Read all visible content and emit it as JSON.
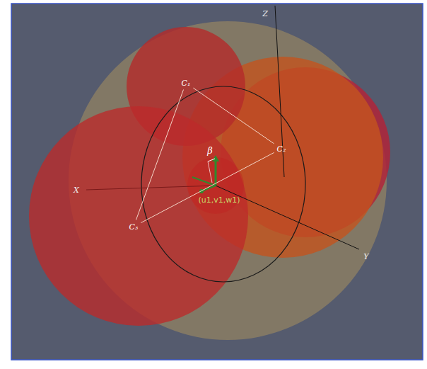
{
  "diagram": {
    "nodes": [
      {
        "text": [
          "C₁"
        ]
      },
      {
        "text": [
          "C₂"
        ]
      },
      {
        "text": [
          "C₃"
        ]
      }
    ],
    "edges": [
      {
        "from": 0,
        "to": 1,
        "arrow": "none"
      },
      {
        "from": 1,
        "to": 2,
        "arrow": "none"
      },
      {
        "from": 2,
        "to": 0,
        "arrow": "none"
      }
    ],
    "labels": [
      "X",
      "Y",
      "Z",
      "β",
      "(u1,v1,w1)"
    ]
  }
}
